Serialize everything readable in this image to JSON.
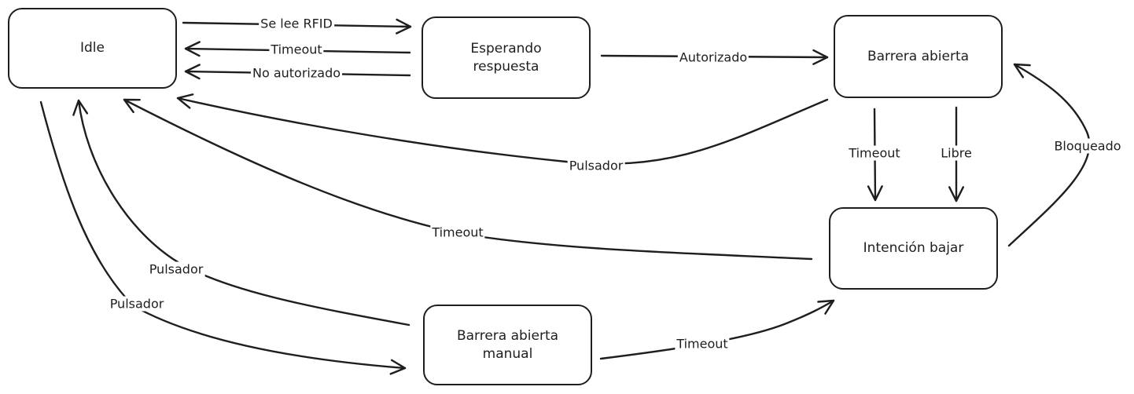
{
  "states": {
    "idle": "Idle",
    "esperando": "Esperando\nrespuesta",
    "barrera_abierta": "Barrera abierta",
    "intencion_bajar": "Intención bajar",
    "barrera_manual": "Barrera abierta\nmanual"
  },
  "transitions": {
    "se_lee_rfid": "Se lee RFID",
    "timeout_esperando_idle": "Timeout",
    "no_autorizado": "No autorizado",
    "autorizado": "Autorizado",
    "pulsador_barrera_idle": "Pulsador",
    "timeout_barrera_intencion": "Timeout",
    "libre": "Libre",
    "bloqueado": "Bloqueado",
    "timeout_intencion_idle": "Timeout",
    "pulsador_manual_idle": "Pulsador",
    "pulsador_idle_manual": "Pulsador",
    "timeout_manual_intencion": "Timeout"
  },
  "colors": {
    "stroke": "#1e1e1e",
    "background": "#ffffff"
  }
}
